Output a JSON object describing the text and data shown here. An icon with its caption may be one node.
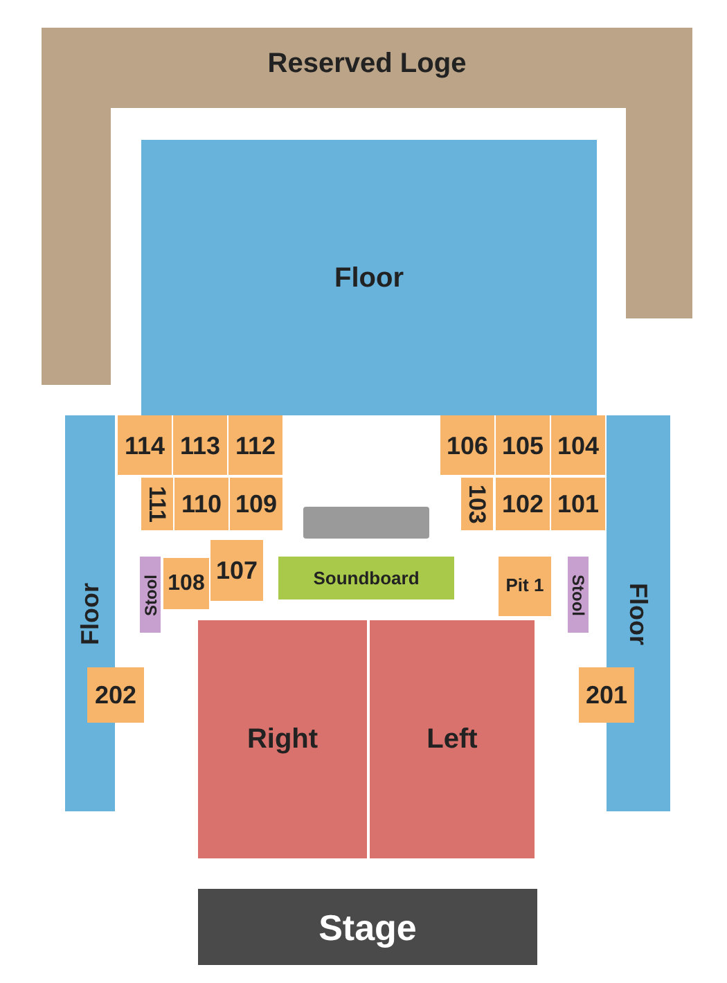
{
  "diagram": {
    "nodes": [
      {
        "text": [
          "Reserved Loge"
        ]
      },
      {
        "text": [
          "Floor"
        ]
      },
      {
        "text": [
          "Floor"
        ]
      },
      {
        "text": [
          "114"
        ]
      },
      {
        "text": [
          "113"
        ]
      },
      {
        "text": [
          "112"
        ]
      },
      {
        "text": [
          "106"
        ]
      },
      {
        "text": [
          "105"
        ]
      },
      {
        "text": [
          "104"
        ]
      },
      {
        "text": [
          "Floor"
        ]
      },
      {
        "text": [
          "111"
        ]
      },
      {
        "text": [
          "110"
        ]
      },
      {
        "text": [
          "109"
        ]
      },
      {
        "text": [
          "103"
        ]
      },
      {
        "text": [
          "102"
        ]
      },
      {
        "text": [
          "101"
        ]
      },
      {
        "text": [],
        "shape": "bar"
      },
      {
        "text": [
          "107"
        ]
      },
      {
        "text": [
          "Stool"
        ]
      },
      {
        "text": [
          "108"
        ]
      },
      {
        "text": [
          "Soundboard"
        ]
      },
      {
        "text": [
          "Pit 1"
        ]
      },
      {
        "text": [
          "Stool"
        ]
      },
      {
        "text": [
          "202"
        ]
      },
      {
        "text": [
          "201"
        ]
      },
      {
        "text": [
          "Right"
        ]
      },
      {
        "text": [
          "Left"
        ]
      },
      {
        "text": [
          "Stage"
        ]
      }
    ]
  }
}
